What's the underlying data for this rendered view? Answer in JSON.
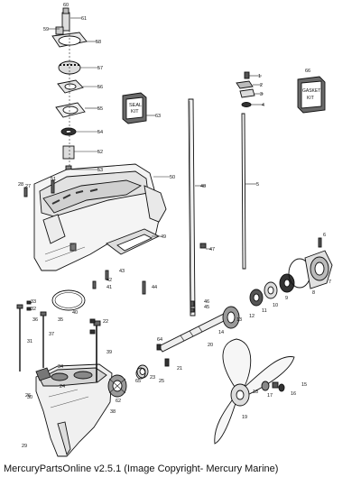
{
  "caption": "MercuryPartsOnline v2.5.1 (Image Copyright- Mercury Marine)",
  "kit_left": {
    "line1": "SEAL",
    "line2": "KIT",
    "ref": "63"
  },
  "kit_right": {
    "line1": "GASKET",
    "line2": "KIT",
    "ref": "66"
  },
  "refs": {
    "r1": "1",
    "r2": "2",
    "r3": "3",
    "r4": "4",
    "r5": "5",
    "r6": "6",
    "r7": "7",
    "r8": "8",
    "r9": "9",
    "r10": "10",
    "r11": "11",
    "r12": "12",
    "r13": "13",
    "r14": "14",
    "r15": "15",
    "r16": "16",
    "r17": "17",
    "r18": "18",
    "r19": "19",
    "r20": "20",
    "r21": "21",
    "r22": "22",
    "r23": "23",
    "r24": "24",
    "r25": "25",
    "r26": "26",
    "r27": "27",
    "r28": "28",
    "r29": "29",
    "r30": "30",
    "r31": "31",
    "r32": "32",
    "r33": "33",
    "r34": "34",
    "r35": "35",
    "r36": "36",
    "r37": "37",
    "r38": "38",
    "r39": "39",
    "r40": "40",
    "r41": "41",
    "r42": "42",
    "r43": "43",
    "r44": "44",
    "r45": "45",
    "r46": "46",
    "r47": "47",
    "r48": "48",
    "r49": "49",
    "r50": "50",
    "r51": "51",
    "r52": "52",
    "r53": "53",
    "r54": "54",
    "r55": "55",
    "r56": "56",
    "r57": "57",
    "r58": "58",
    "r59": "59",
    "r60": "60",
    "r61": "61",
    "r62": "62",
    "r63": "63",
    "r64": "64",
    "r65": "65",
    "r66": "66"
  }
}
